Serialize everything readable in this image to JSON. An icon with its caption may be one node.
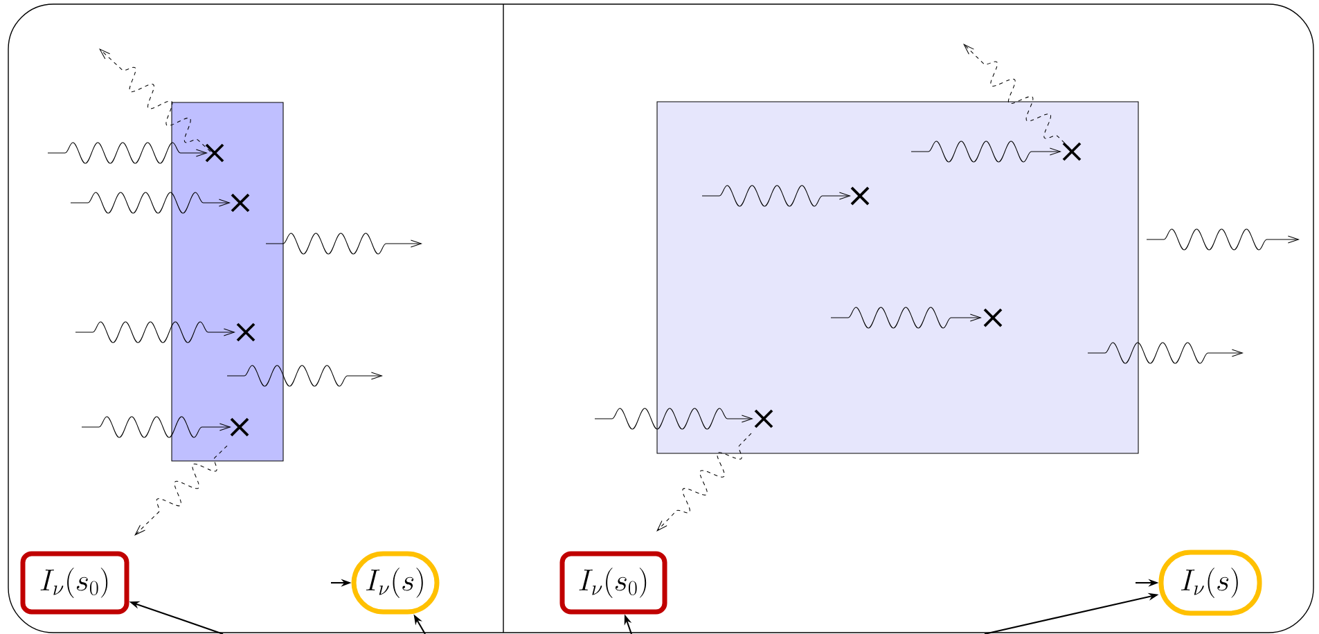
{
  "diagram": {
    "nodes": [
      {
        "text": [
          "I_\\nu(s_0)"
        ]
      },
      {
        "text": [
          "I_\\nu(s)"
        ]
      },
      {
        "text": [
          "I_\\nu(s_0)"
        ]
      },
      {
        "text": [
          "I_\\nu(s)"
        ]
      }
    ],
    "edges": [
      {
        "from": null,
        "to": 0,
        "arrow": "to"
      },
      {
        "from": null,
        "to": 1,
        "arrow": "to"
      },
      {
        "from": null,
        "to": 1,
        "arrow": "to"
      },
      {
        "from": null,
        "to": 2,
        "arrow": "to"
      },
      {
        "from": null,
        "to": 3,
        "arrow": "to"
      },
      {
        "from": null,
        "to": 3,
        "arrow": "to"
      }
    ]
  }
}
